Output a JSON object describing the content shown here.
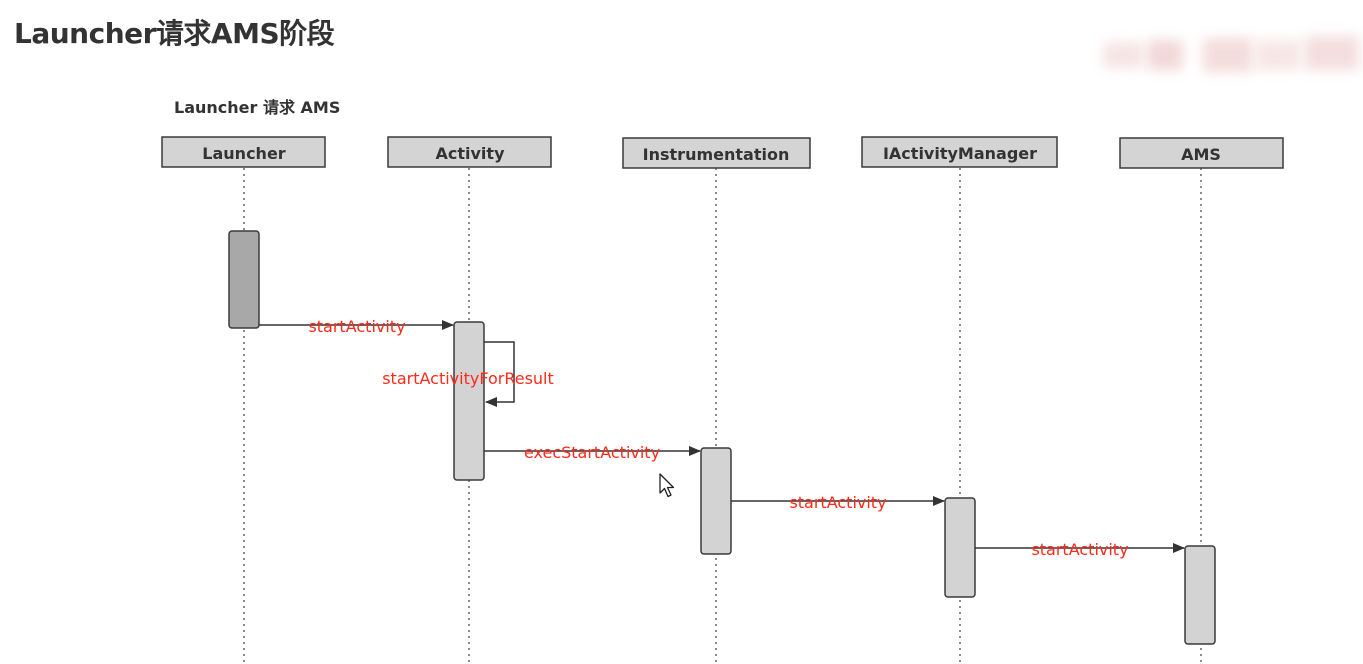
{
  "page": {
    "title": "Launcher请求AMS阶段"
  },
  "diagram": {
    "caption": "Launcher 请求 AMS",
    "participants": [
      {
        "id": "launcher",
        "label": "Launcher"
      },
      {
        "id": "activity",
        "label": "Activity"
      },
      {
        "id": "instrumentation",
        "label": "Instrumentation"
      },
      {
        "id": "iactivitymanager",
        "label": "IActivityManager"
      },
      {
        "id": "ams",
        "label": "AMS"
      }
    ],
    "messages": [
      {
        "from": "launcher",
        "to": "activity",
        "label": "startActivity"
      },
      {
        "from": "activity",
        "to": "activity",
        "label": "startActivityForResult"
      },
      {
        "from": "activity",
        "to": "instrumentation",
        "label": "execStartActivity"
      },
      {
        "from": "instrumentation",
        "to": "iactivitymanager",
        "label": "startActivity"
      },
      {
        "from": "iactivitymanager",
        "to": "ams",
        "label": "startActivity"
      }
    ],
    "colors": {
      "message_label": "#ff2a1a",
      "participant_fill": "#d4d4d4",
      "participant_border": "#3a3a3a",
      "activation_fill": "#d3d3d3",
      "activation_fill_dark": "#a8a8a8",
      "lifeline": "#555555",
      "arrow": "#333333"
    }
  },
  "icons": {
    "cursor": "mouse-pointer-icon"
  }
}
